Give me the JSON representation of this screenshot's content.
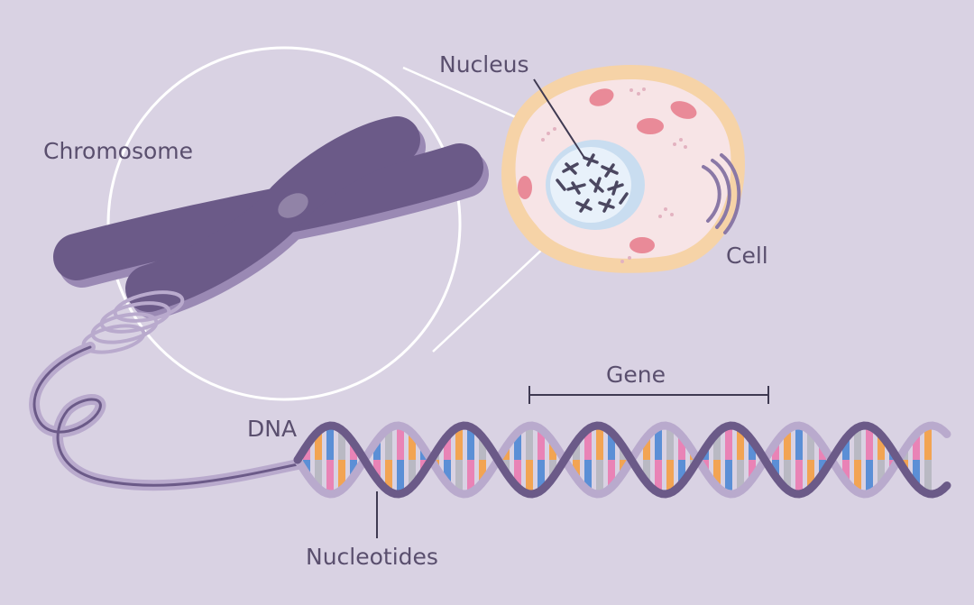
{
  "labels": {
    "nucleus": "Nucleus",
    "chromosome": "Chromosome",
    "cell": "Cell",
    "gene": "Gene",
    "dna": "DNA",
    "nucleotides": "Nucleotides"
  },
  "colors": {
    "background": "#d9d2e3",
    "chromosome": "#6b5a88",
    "chromosome_shadow": "#9a89b4",
    "cell_membrane": "#f6d3a7",
    "cytoplasm": "#f7e4e6",
    "nucleus": "#e5eef8",
    "organelle": "#e98a98",
    "label_text": "#5a4f6e",
    "dna_strand_dark": "#6b5a88",
    "dna_strand_light": "#b9aacd",
    "base_pink": "#e983b6",
    "base_orange": "#f2a453",
    "base_blue": "#5b8fd6",
    "base_gray": "#b9b9c3"
  }
}
